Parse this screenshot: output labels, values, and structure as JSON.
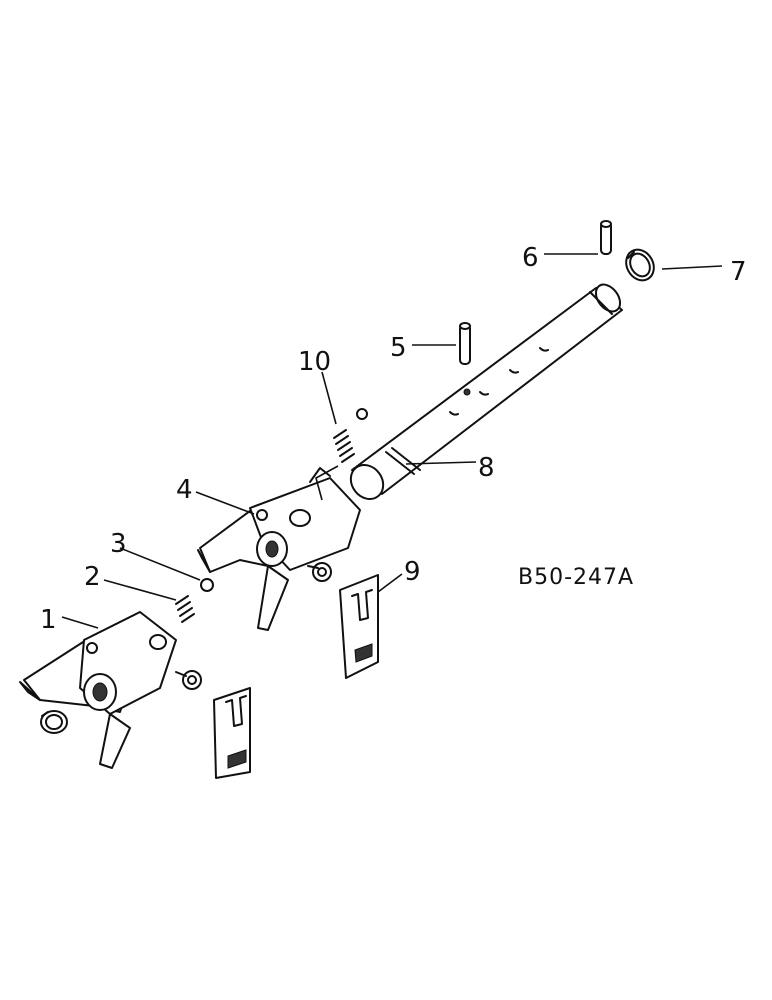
{
  "diagram": {
    "drawing_code": "B50-247A",
    "callouts": [
      {
        "id": "1",
        "label": "1"
      },
      {
        "id": "2",
        "label": "2"
      },
      {
        "id": "3",
        "label": "3"
      },
      {
        "id": "4",
        "label": "4"
      },
      {
        "id": "5",
        "label": "5"
      },
      {
        "id": "6",
        "label": "6"
      },
      {
        "id": "7",
        "label": "7"
      },
      {
        "id": "8",
        "label": "8"
      },
      {
        "id": "9",
        "label": "9"
      },
      {
        "id": "10",
        "label": "10"
      }
    ]
  }
}
